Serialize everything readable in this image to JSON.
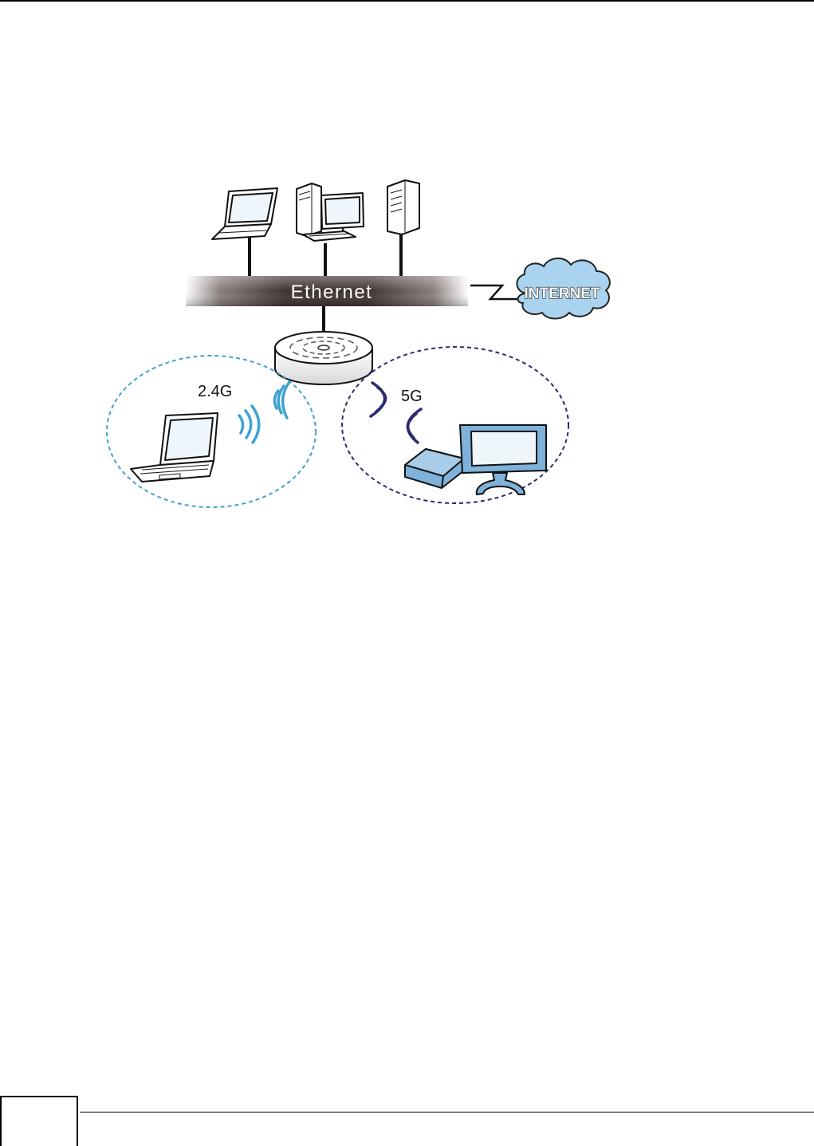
{
  "diagram": {
    "ethernet_label": "Ethernet",
    "internet_label": "INTERNET",
    "band_24_label": "2.4G",
    "band_5_label": "5G"
  },
  "colors": {
    "cloud_fill": "#a9d3ee",
    "cloud_stroke": "#222222",
    "band_24_ring": "#3fa3cf",
    "band_5_ring": "#2b2c6e",
    "device_blue": "#7fb2da",
    "screen_light": "#eef6fb"
  }
}
